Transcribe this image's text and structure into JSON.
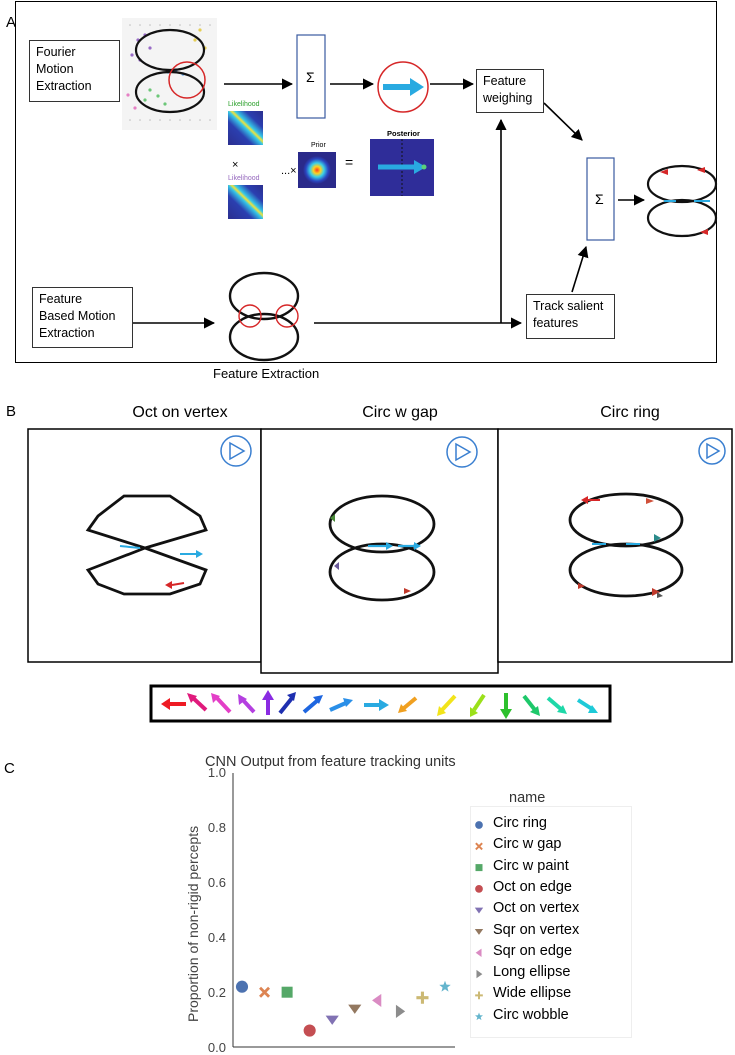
{
  "panel_a": {
    "letter": "A",
    "fourier_box": "Fourier\nMotion\nExtraction",
    "feature_box": "Feature\nBased Motion\nExtraction",
    "feature_weighing_box": "Feature\nweighing",
    "track_box": "Track salient\nfeatures",
    "sum_symbol": "Σ",
    "sum_symbol_2": "Σ",
    "feature_extraction_label": "Feature Extraction",
    "likelihood_1": "Likelihood",
    "likelihood_2": "Likelihood",
    "prior_label": "Prior",
    "posterior_label": "Posterior",
    "times_1": "×",
    "times_2": "...×",
    "equals": "="
  },
  "panel_b": {
    "letter": "B",
    "titles": [
      "Oct on vertex",
      "Circ w gap",
      "Circ ring"
    ]
  },
  "panel_c": {
    "letter": "C",
    "legend_title": "name",
    "chart_data": {
      "type": "scatter",
      "title": "CNN Output from feature tracking units",
      "xlabel": "",
      "ylabel": "Proportion of non-rigid percepts",
      "ylim": [
        0.0,
        1.0
      ],
      "yticks": [
        "0.0",
        "0.2",
        "0.4",
        "0.6",
        "0.8",
        "1.0"
      ],
      "grid": false,
      "legend_position": "right",
      "series": [
        {
          "name": "Circ ring",
          "value": 0.22,
          "marker": "circle",
          "color": "#4c72b0"
        },
        {
          "name": "Circ w gap",
          "value": 0.2,
          "marker": "x",
          "color": "#dd8452"
        },
        {
          "name": "Circ w paint",
          "value": 0.2,
          "marker": "square",
          "color": "#55a868"
        },
        {
          "name": "Oct on edge",
          "value": 0.06,
          "marker": "circle",
          "color": "#c44e52"
        },
        {
          "name": "Oct on vertex",
          "value": 0.1,
          "marker": "triangle-down",
          "color": "#8172b3"
        },
        {
          "name": "Sqr on vertex",
          "value": 0.14,
          "marker": "triangle-down",
          "color": "#937860"
        },
        {
          "name": "Sqr on edge",
          "value": 0.17,
          "marker": "triangle-left",
          "color": "#da8bc3"
        },
        {
          "name": "Long ellipse",
          "value": 0.13,
          "marker": "triangle-right",
          "color": "#8c8c8c"
        },
        {
          "name": "Wide ellipse",
          "value": 0.18,
          "marker": "plus",
          "color": "#ccb974"
        },
        {
          "name": "Circ wobble",
          "value": 0.22,
          "marker": "star",
          "color": "#64b5cd"
        }
      ]
    }
  }
}
